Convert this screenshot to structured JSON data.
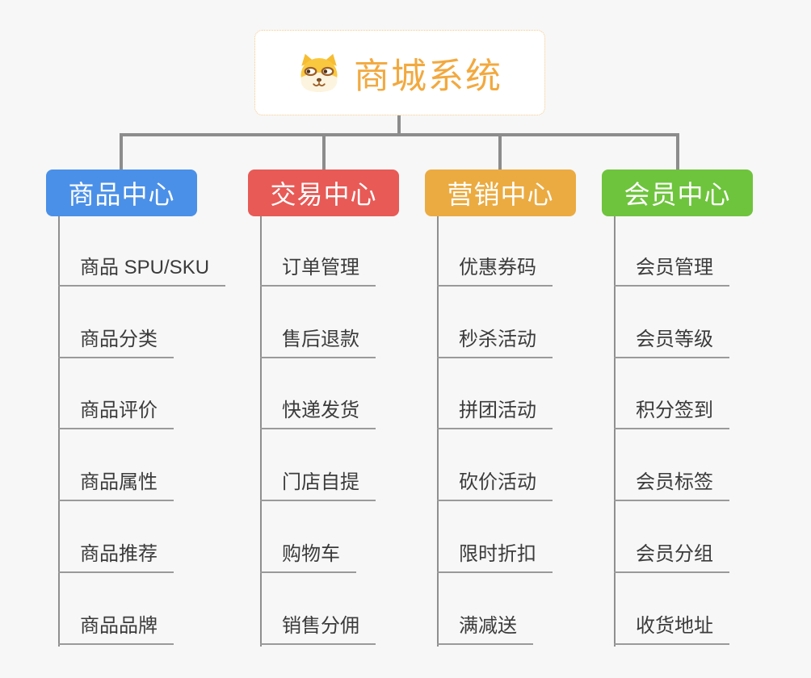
{
  "root": {
    "title": "商城系统",
    "icon": "dog-face-icon",
    "title_color": "#f2a93f",
    "border_color": "#f3c88a"
  },
  "connector_color": "#8c8c8c",
  "underline_color": "#9a9a9a",
  "branches": [
    {
      "label": "商品中心",
      "color": "#4a90e8",
      "items": [
        "商品 SPU/SKU",
        "商品分类",
        "商品评价",
        "商品属性",
        "商品推荐",
        "商品品牌"
      ]
    },
    {
      "label": "交易中心",
      "color": "#e85a56",
      "items": [
        "订单管理",
        "售后退款",
        "快递发货",
        "门店自提",
        "购物车",
        "销售分佣"
      ]
    },
    {
      "label": "营销中心",
      "color": "#ebab41",
      "items": [
        "优惠券码",
        "秒杀活动",
        "拼团活动",
        "砍价活动",
        "限时折扣",
        "满减送"
      ]
    },
    {
      "label": "会员中心",
      "color": "#6ec43c",
      "items": [
        "会员管理",
        "会员等级",
        "积分签到",
        "会员标签",
        "会员分组",
        "收货地址"
      ]
    }
  ]
}
